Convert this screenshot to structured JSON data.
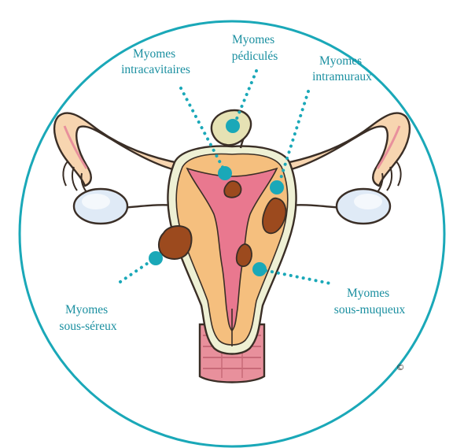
{
  "labels": {
    "intracavitaires": {
      "line1": "Myomes",
      "line2": "intracavitaires"
    },
    "pedicules": {
      "line1": "Myomes",
      "line2": "pédiculés"
    },
    "intramuraux": {
      "line1": "Myomes",
      "line2": "intramuraux"
    },
    "sous_sereux": {
      "line1": "Myomes",
      "line2": "sous-séreux"
    },
    "sous_muqueux": {
      "line1": "Myomes",
      "line2": "sous-muqueux"
    }
  },
  "copyright": "©",
  "colors": {
    "frame": "#1aa8b8",
    "label": "#1a8fa0",
    "marker": "#1aa8b8",
    "uterus_wall": "#f5bf7e",
    "cavity": "#e9788f",
    "myoma": "#9c4a1e",
    "pedunculated": "#e6e2b4",
    "ovary": "#dfeaf6",
    "outline": "#3a2e26",
    "vagina": "#e8909c"
  }
}
